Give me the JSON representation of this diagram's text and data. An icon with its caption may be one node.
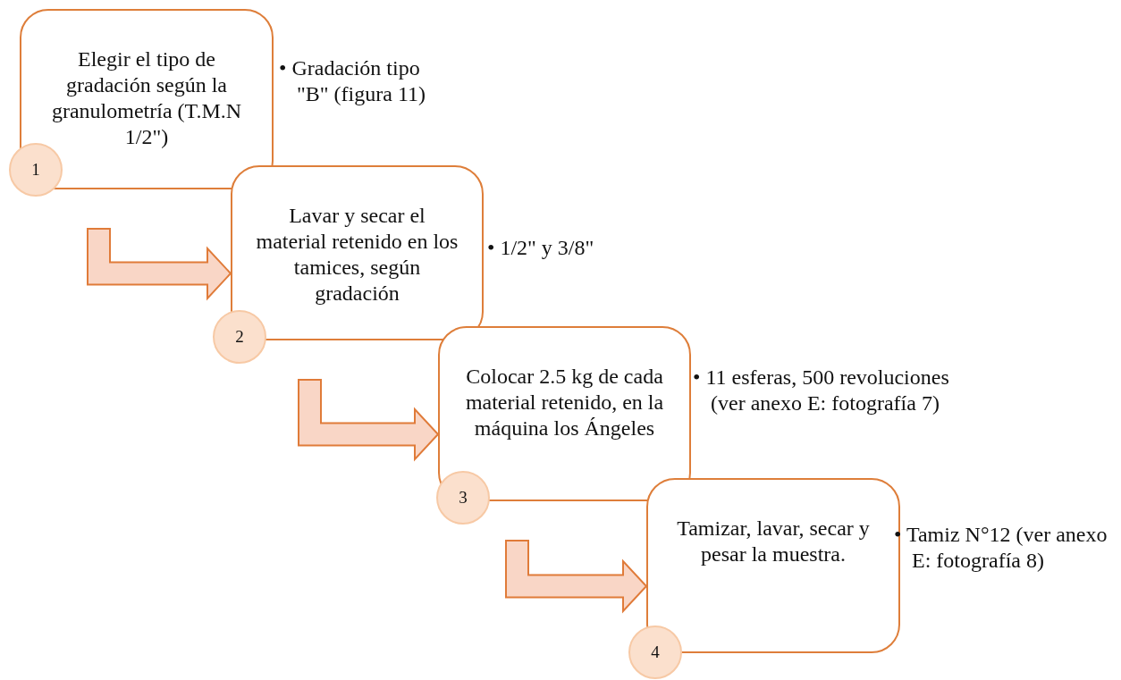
{
  "diagram": {
    "nodes": [
      {
        "text": [
          "Elegir el tipo de gradación según la granulometría (T.M.N 1/2\")"
        ],
        "beside": [
          "• Gradación tipo \"B\" (figura 11)"
        ]
      },
      {
        "text": [
          "1"
        ]
      },
      {
        "text": [
          "Lavar y secar el material retenido en los tamices, según gradación"
        ],
        "beside": [
          "• 1/2\" y 3/8\""
        ]
      },
      {
        "text": [
          "2"
        ]
      },
      {
        "text": [
          "Colocar 2.5 kg de cada material retenido, en la máquina los Ángeles"
        ],
        "beside": [
          "• 11 esferas, 500 revoluciones (ver anexo E: fotografía 7)"
        ]
      },
      {
        "text": [
          "3"
        ]
      },
      {
        "text": [
          "Tamizar, lavar, secar y pesar la muestra."
        ],
        "beside": [
          "• Tamiz N°12 (ver anexo E: fotografía 8)"
        ]
      },
      {
        "text": [
          "4"
        ]
      }
    ],
    "edges": [
      {
        "from": 0,
        "to": 2,
        "arrow": "to"
      },
      {
        "from": 2,
        "to": 4,
        "arrow": "to"
      },
      {
        "from": 4,
        "to": 6,
        "arrow": "to"
      }
    ]
  }
}
